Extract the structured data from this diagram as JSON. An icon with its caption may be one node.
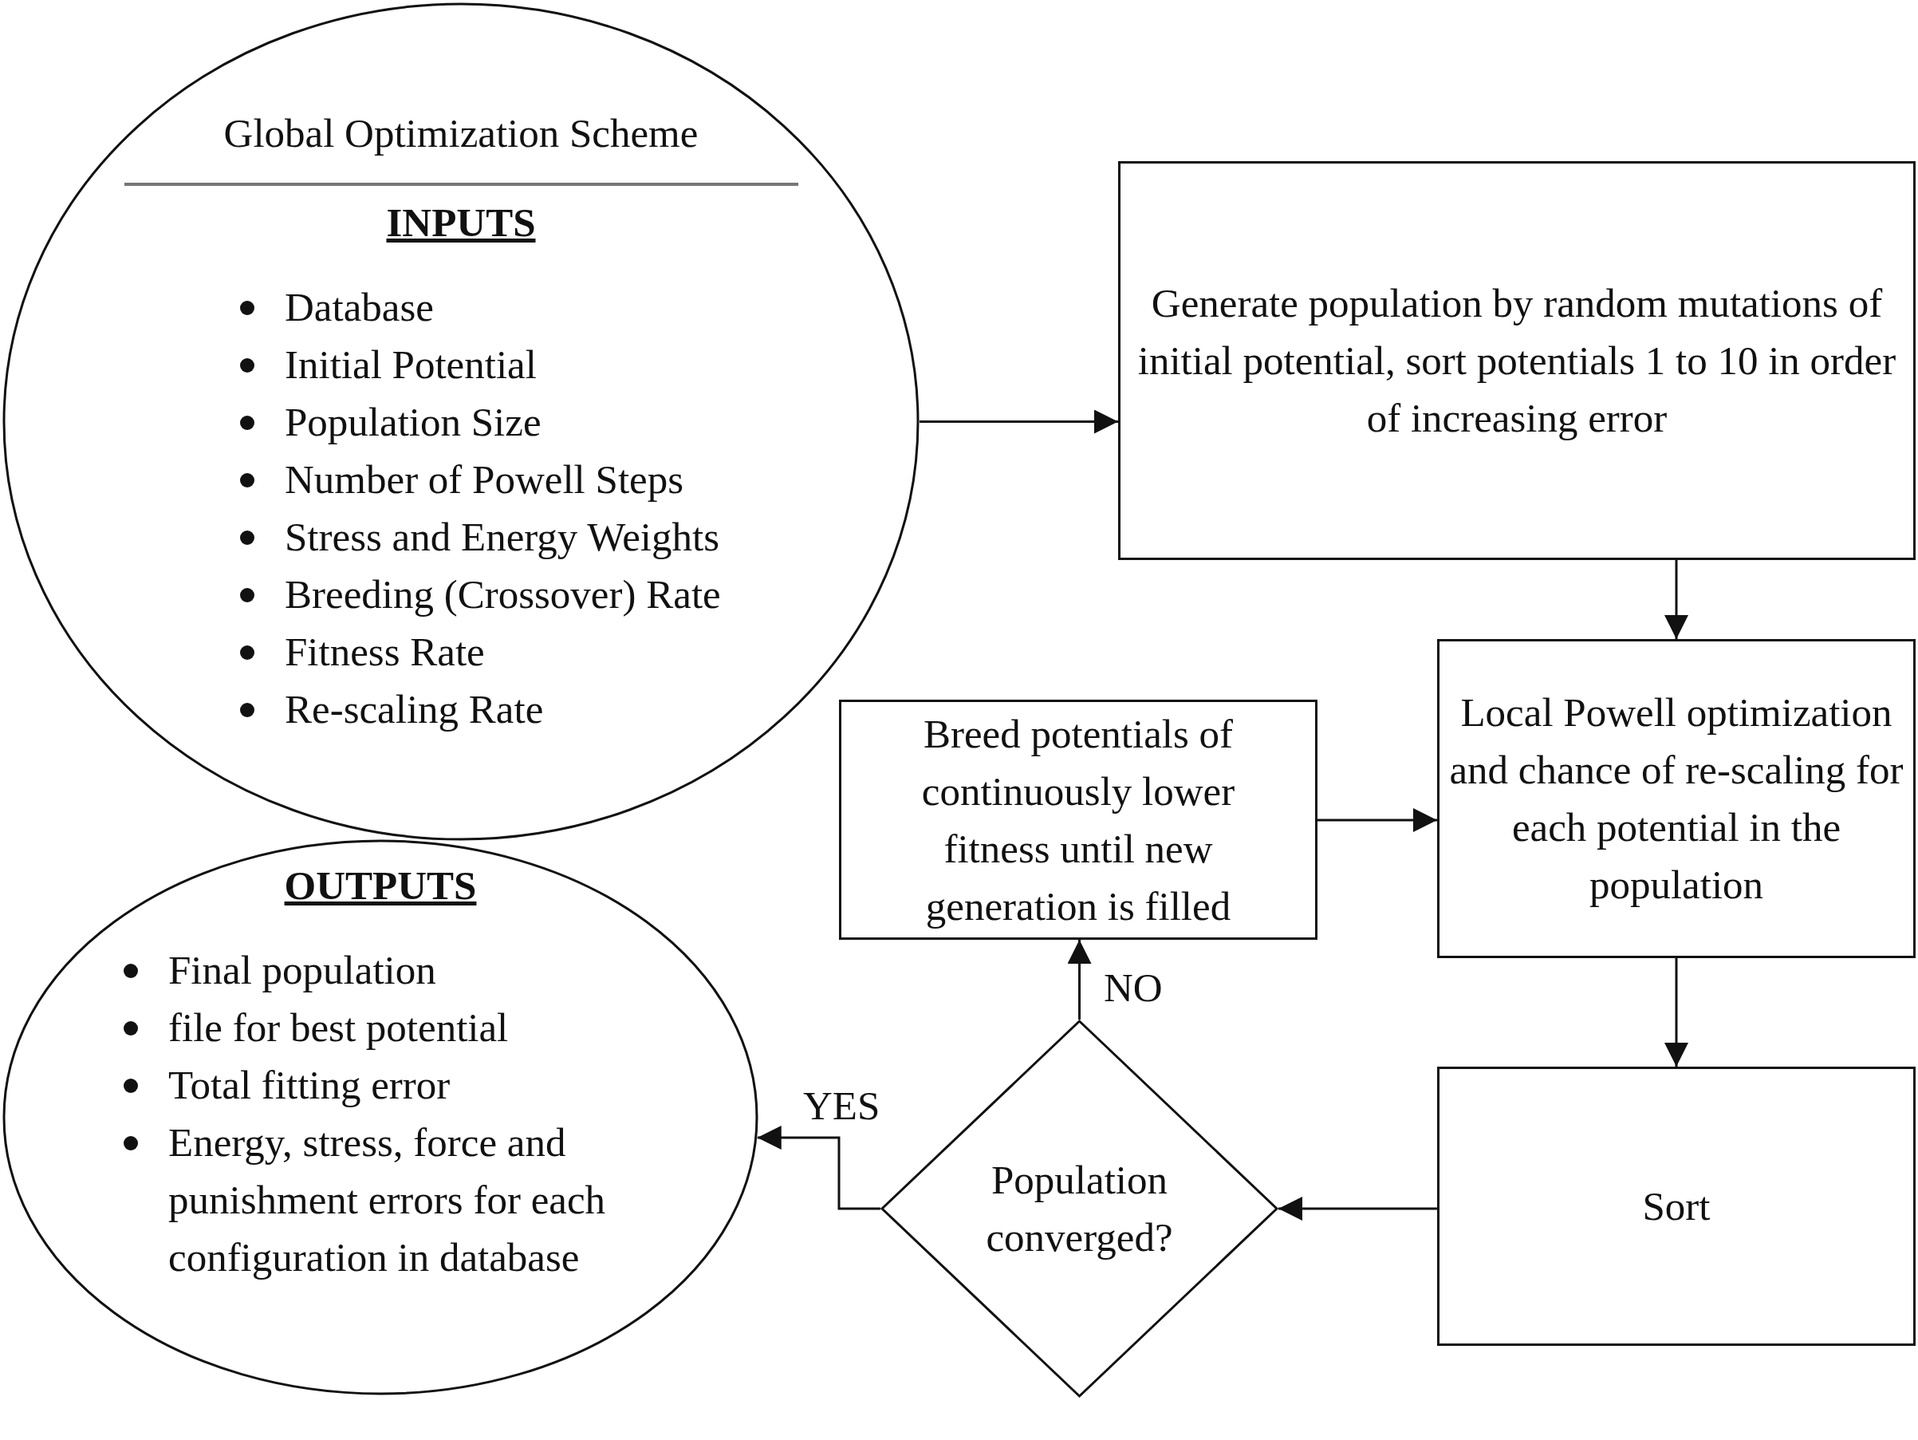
{
  "diagram": {
    "nodes": [
      {
        "text": [
          "Global Optimization Scheme",
          "INPUTS",
          "Database",
          "Initial Potential",
          "Population Size",
          "Number of Powell Steps",
          "Stress and Energy Weights",
          "Breeding (Crossover) Rate",
          "Fitness Rate",
          "Re-scaling Rate"
        ]
      },
      {
        "text": [
          "Generate population by random mutations of initial potential, sort potentials 1 to 10 in order of increasing error"
        ]
      },
      {
        "text": [
          "Local Powell optimization and chance of re-scaling for each potential in the population"
        ]
      },
      {
        "text": [
          "Sort"
        ]
      },
      {
        "text": [
          "Population converged?"
        ]
      },
      {
        "text": [
          "Breed potentials of continuously lower fitness until new generation is filled"
        ]
      },
      {
        "text": [
          "OUTPUTS",
          "Final population",
          "file for best potential",
          "Total fitting error",
          "Energy, stress, force and punishment errors for each configuration in database"
        ]
      }
    ],
    "edges": [
      {
        "from": 0,
        "to": 1,
        "arrow": "to"
      },
      {
        "from": 1,
        "to": 2,
        "arrow": "to"
      },
      {
        "from": 2,
        "to": 3,
        "arrow": "to"
      },
      {
        "from": 3,
        "to": 4,
        "arrow": "to"
      },
      {
        "from": 4,
        "to": 5,
        "arrow": "to",
        "label": "NO"
      },
      {
        "from": 4,
        "to": 6,
        "arrow": "to",
        "label": "YES"
      },
      {
        "from": 5,
        "to": 2,
        "arrow": "to"
      }
    ]
  }
}
